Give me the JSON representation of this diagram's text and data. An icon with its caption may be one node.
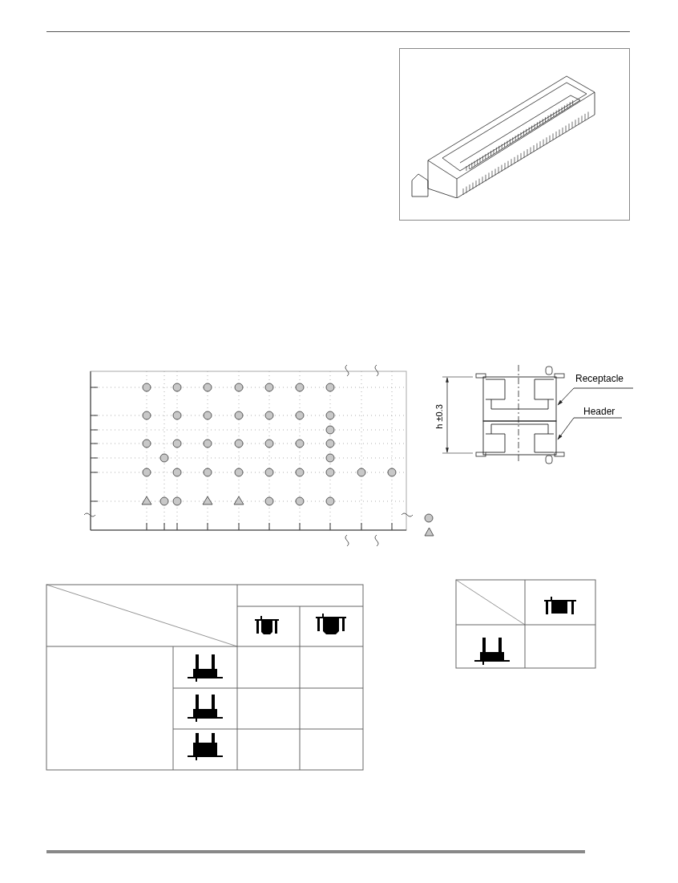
{
  "diagram": {
    "nodes": [
      {
        "text": [
          "Receptacle"
        ]
      },
      {
        "text": [
          "Header"
        ]
      },
      {
        "text": [],
        "shape": "picture"
      },
      {
        "text": [],
        "shape": "picture"
      }
    ],
    "edges": [
      {
        "from": 0,
        "to": 2,
        "arrow": "to"
      },
      {
        "from": 1,
        "to": 3,
        "arrow": "to"
      }
    ],
    "labels": [
      "h ±0.3"
    ]
  }
}
